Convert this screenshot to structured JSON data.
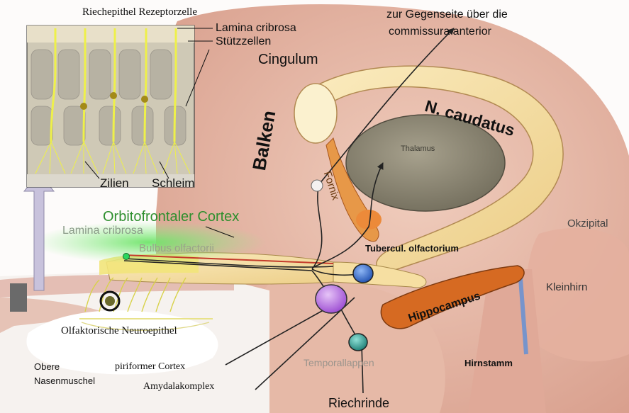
{
  "labels": {
    "riechepithel": "Riechepithel Rezeptorzelle",
    "lamina_top": "Lamina cribrosa",
    "stuetzzellen": "Stützzellen",
    "gegenseite_line1": "zur Gegenseite über die",
    "gegenseite_line2": "commissura anterior",
    "cingulum": "Cingulum",
    "balken": "Balken",
    "n_caudatus": "N. caudatus",
    "fornix": "Fornix",
    "thalamus": "Thalamus",
    "zilien": "Zilien",
    "schleim": "Schleim",
    "orbitofrontaler": "Orbitofrontaler Cortex",
    "lamina_mid": "Lamina cribrosa",
    "bulbus": "Bulbus olfactorii",
    "tubercul": "Tubercul. olfactorium",
    "okzipital": "Okzipital",
    "kleinhirn": "Kleinhirn",
    "hippocampus": "Hippocampus",
    "olfaktorische": "Olfaktorische Neuroepithel",
    "temporallappen": "Temporallappen",
    "hirnstamm": "Hirnstamm",
    "obere": "Obere",
    "nasenmuschel": "Nasenmuschel",
    "piriformer": "piriformer Cortex",
    "amydalakomplex": "Amydalakomplex",
    "riechrinde": "Riechrinde"
  },
  "colors": {
    "brain_pink": "#e7b8a6",
    "caudatus_yellow": "#f6dfa2",
    "thalamus_gray": "#8f8a78",
    "hippocampus_orange": "#d66a22",
    "green_cortex": "#7ee07a",
    "bulbus_yellow": "#f2e47a",
    "neuron_yellow": "#eef04a",
    "blue_node": "#2f6fd6",
    "purple_node": "#b36adf",
    "teal_node": "#2ea59a"
  }
}
